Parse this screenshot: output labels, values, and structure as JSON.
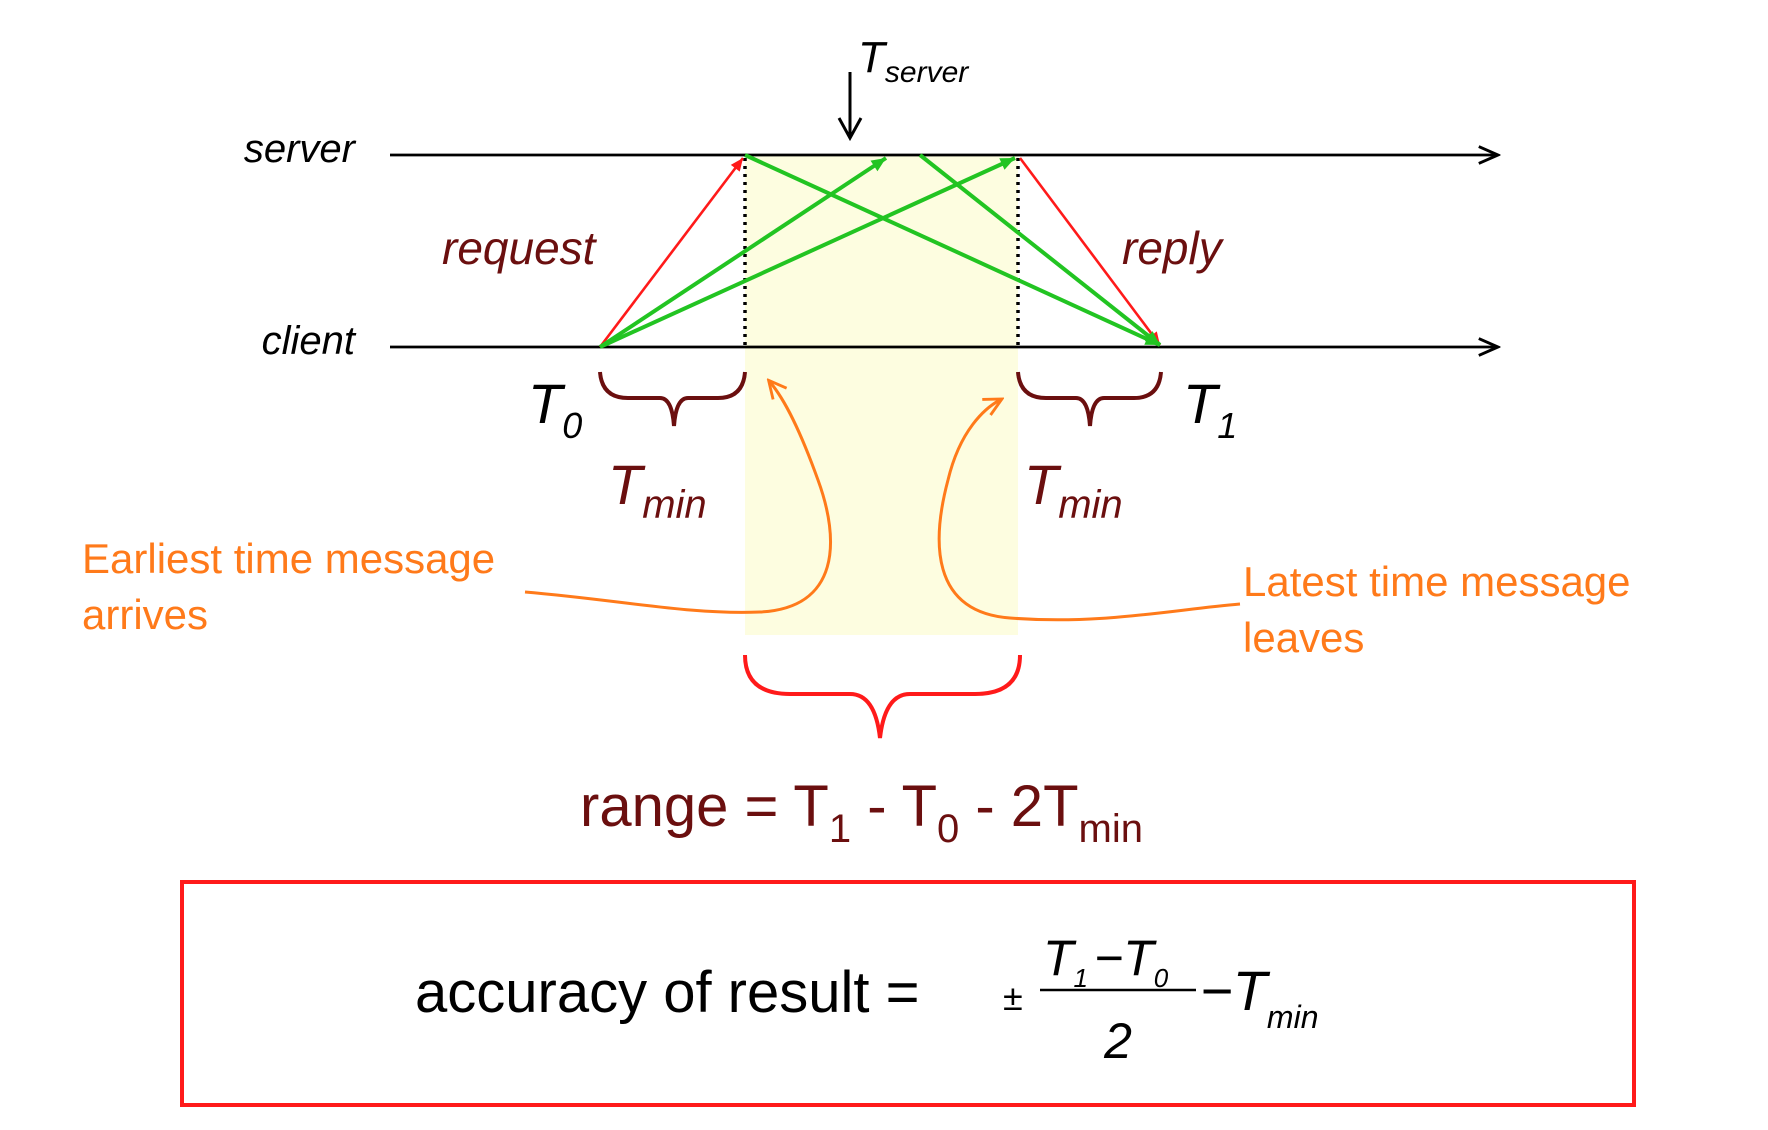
{
  "timelines": {
    "server_label": "server",
    "client_label": "client"
  },
  "t_server": {
    "base": "T",
    "sub": "server"
  },
  "request_label": "request",
  "reply_label": "reply",
  "t0": {
    "base": "T",
    "sub": "0"
  },
  "t1": {
    "base": "T",
    "sub": "1"
  },
  "tmin_left": {
    "base": "T",
    "sub": "min"
  },
  "tmin_right": {
    "base": "T",
    "sub": "min"
  },
  "annotations": {
    "earliest_line1": "Earliest time message",
    "earliest_line2": "arrives",
    "latest_line1": "Latest time message",
    "latest_line2": "leaves"
  },
  "range_formula": {
    "lhs": "range = T",
    "sub1": "1",
    "mid1": " - T",
    "sub0": "0",
    "mid2": " - 2T",
    "submin": "min"
  },
  "accuracy_formula": {
    "lhs": "accuracy of result =",
    "pm": "±",
    "num_t1": "T",
    "num_t1_sub": "1",
    "num_minus": "−T",
    "num_t0_sub": "0",
    "denominator": "2",
    "minus_tmin": "−T",
    "tmin_sub": "min"
  },
  "colors": {
    "dark_red": "#6b0f0f",
    "red": "#ff1a1a",
    "green": "#22c422",
    "orange": "#ff7a1a",
    "highlight": "#fdfde0",
    "black": "#000000"
  }
}
